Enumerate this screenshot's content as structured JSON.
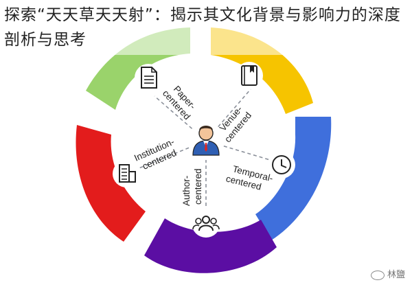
{
  "headline": "探索“天天草天天射”：揭示其文化背景与影响力的深度剖析与思考",
  "diagram": {
    "segments": [
      {
        "name": "paper",
        "color": "#9ad36b"
      },
      {
        "name": "venue",
        "color": "#f6c400"
      },
      {
        "name": "temporal",
        "color": "#3f6fdc"
      },
      {
        "name": "author",
        "color": "#5b0ea3"
      },
      {
        "name": "institution",
        "color": "#e31c1c"
      }
    ],
    "labels": {
      "paper": [
        "Paper-",
        "centered"
      ],
      "venue": [
        "Venue-",
        "centered"
      ],
      "temporal": [
        "Temporal-",
        "centered"
      ],
      "author": [
        "Author-",
        "centered"
      ],
      "institution": [
        "Institution-",
        "centered"
      ]
    },
    "icons": [
      "document-icon",
      "book-icon",
      "clock-icon",
      "users-icon",
      "building-icon",
      "user-center-icon"
    ]
  },
  "watermark": "林鹽"
}
